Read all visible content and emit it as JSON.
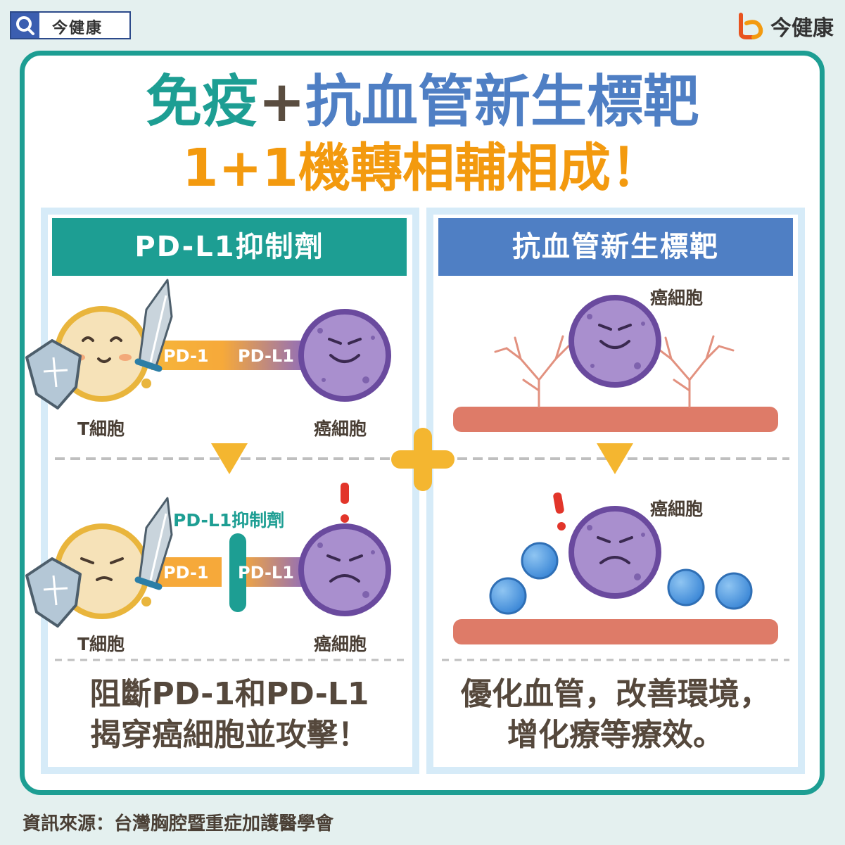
{
  "header": {
    "search_tag": "今健康",
    "brand_name": "今健康"
  },
  "title": {
    "part_immune": "免疫",
    "part_plus": "+",
    "part_angio": "抗血管新生標靶",
    "line2": "1+1機轉相輔相成！"
  },
  "left_panel": {
    "header": "PD-L1抑制劑",
    "t_cell_label": "T細胞",
    "cancer_cell_label": "癌細胞",
    "pd1_label": "PD-1",
    "pdl1_label": "PD-L1",
    "inhibitor_label": "PD-L1抑制劑",
    "t_cell_label_2": "T細胞",
    "cancer_cell_label_2": "癌細胞",
    "pd1_label_2": "PD-1",
    "pdl1_label_2": "PD-L1",
    "caption_line1": "阻斷PD-1和PD-L1",
    "caption_line2": "揭穿癌細胞並攻擊！"
  },
  "right_panel": {
    "header": "抗血管新生標靶",
    "cancer_cell_label_top": "癌細胞",
    "cancer_cell_label_bottom": "癌細胞",
    "caption_line1": "優化血管，改善環境，",
    "caption_line2": "增化療等療效。"
  },
  "footer": {
    "source": "資訊來源：台灣胸腔暨重症加護醫學會"
  },
  "colors": {
    "teal": "#1d9e93",
    "blue": "#4f7fc4",
    "orange": "#f39a0f",
    "purple": "#7d5bb0",
    "vessel": "#de7b68",
    "yellow": "#f4b630"
  }
}
